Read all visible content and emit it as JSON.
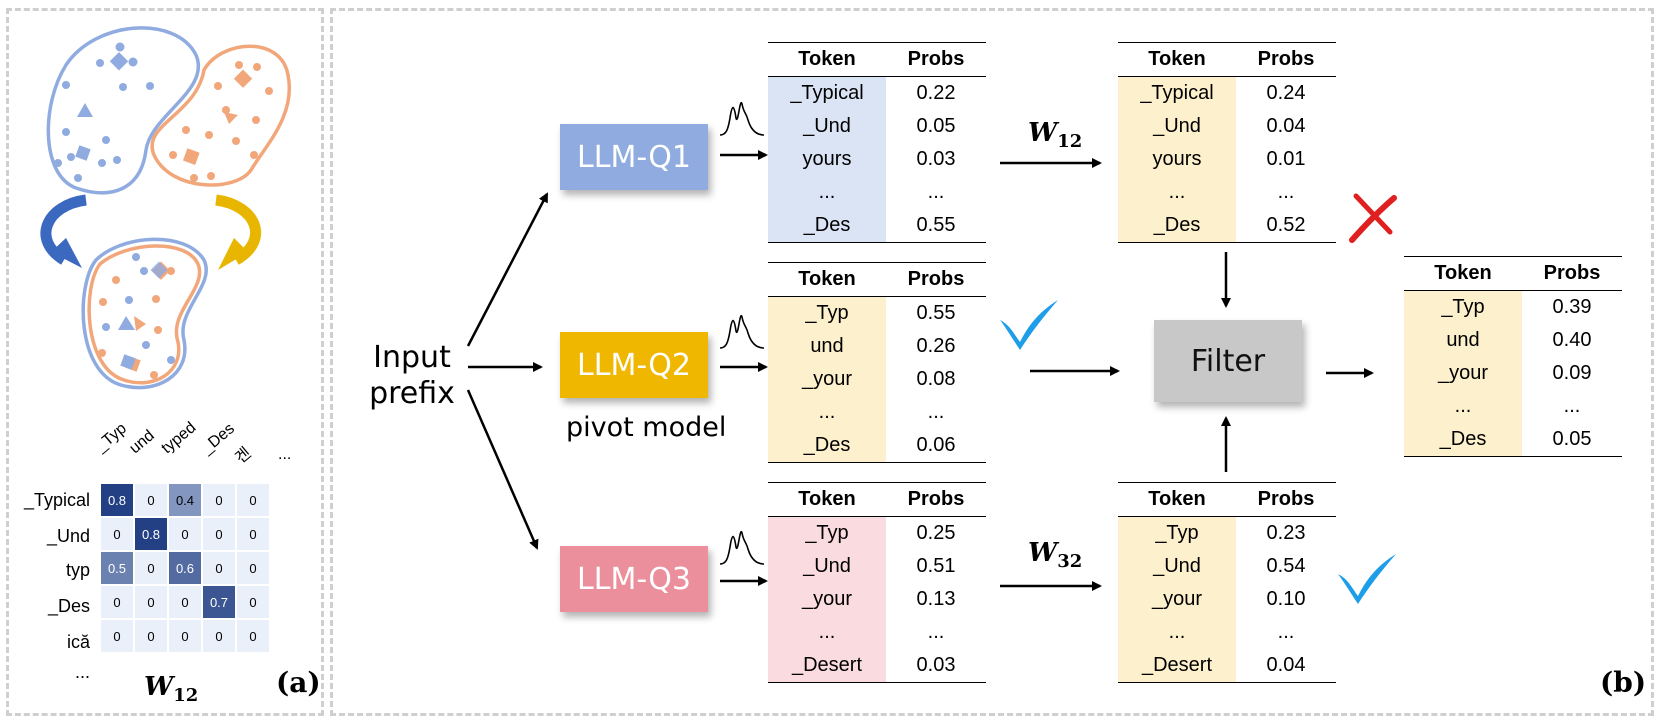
{
  "panel_a": {
    "tag": "(a)",
    "heatmap_cols": [
      "_Typ",
      "und",
      "typed",
      "_Des",
      "겐",
      "..."
    ],
    "heatmap_rows": [
      "_Typical",
      "_Und",
      "typ",
      "_Des",
      "ică",
      "..."
    ],
    "heatmap_values": [
      [
        "0.8",
        "0",
        "0.4",
        "0",
        "0"
      ],
      [
        "0",
        "0.8",
        "0",
        "0",
        "0"
      ],
      [
        "0.5",
        "0",
        "0.6",
        "0",
        "0"
      ],
      [
        "0",
        "0",
        "0",
        "0.7",
        "0"
      ],
      [
        "0",
        "0",
        "0",
        "0",
        "0"
      ]
    ],
    "heatmap_shading": [
      [
        0.8,
        0,
        0.4,
        0,
        0
      ],
      [
        0,
        0.8,
        0,
        0,
        0
      ],
      [
        0.5,
        0,
        0.6,
        0,
        0
      ],
      [
        0,
        0,
        0,
        0.7,
        0
      ],
      [
        0,
        0,
        0,
        0,
        0
      ]
    ],
    "w_label": "W",
    "w_sub": "12"
  },
  "panel_b": {
    "tag": "(b)",
    "input_prefix": [
      "Input",
      "prefix"
    ],
    "models": {
      "q1": "LLM-Q1",
      "q2": "LLM-Q2",
      "q3": "LLM-Q3"
    },
    "pivot_label": "pivot model",
    "filter_label": "Filter",
    "w12": {
      "w": "W",
      "sub": "12"
    },
    "w32": {
      "w": "W",
      "sub": "32"
    },
    "header": {
      "token": "Token",
      "probs": "Probs"
    },
    "tables": {
      "q1": {
        "tokens": [
          "_Typical",
          "_Und",
          "yours",
          "...",
          "_Des"
        ],
        "probs": [
          "0.22",
          "0.05",
          "0.03",
          "...",
          "0.55"
        ]
      },
      "q2": {
        "tokens": [
          "_Typ",
          "und",
          "_your",
          "...",
          "_Des"
        ],
        "probs": [
          "0.55",
          "0.26",
          "0.08",
          "...",
          "0.06"
        ]
      },
      "q3": {
        "tokens": [
          "_Typ",
          "_Und",
          "_your",
          "...",
          "_Desert"
        ],
        "probs": [
          "0.25",
          "0.51",
          "0.13",
          "...",
          "0.03"
        ]
      },
      "q1_mapped": {
        "tokens": [
          "_Typical",
          "_Und",
          "yours",
          "...",
          "_Des"
        ],
        "probs": [
          "0.24",
          "0.04",
          "0.01",
          "...",
          "0.52"
        ]
      },
      "q3_mapped": {
        "tokens": [
          "_Typ",
          "_Und",
          "_your",
          "...",
          "_Desert"
        ],
        "probs": [
          "0.23",
          "0.54",
          "0.10",
          "...",
          "0.04"
        ]
      },
      "result": {
        "tokens": [
          "_Typ",
          "und",
          "_your",
          "...",
          "_Des"
        ],
        "probs": [
          "0.39",
          "0.40",
          "0.09",
          "...",
          "0.05"
        ]
      }
    },
    "colors": {
      "q1_fill": "#dbe4f5",
      "q2_fill": "#fdf0cc",
      "q3_fill": "#fadbe0",
      "reject": "#e02020",
      "accept": "#1e9de8"
    }
  }
}
